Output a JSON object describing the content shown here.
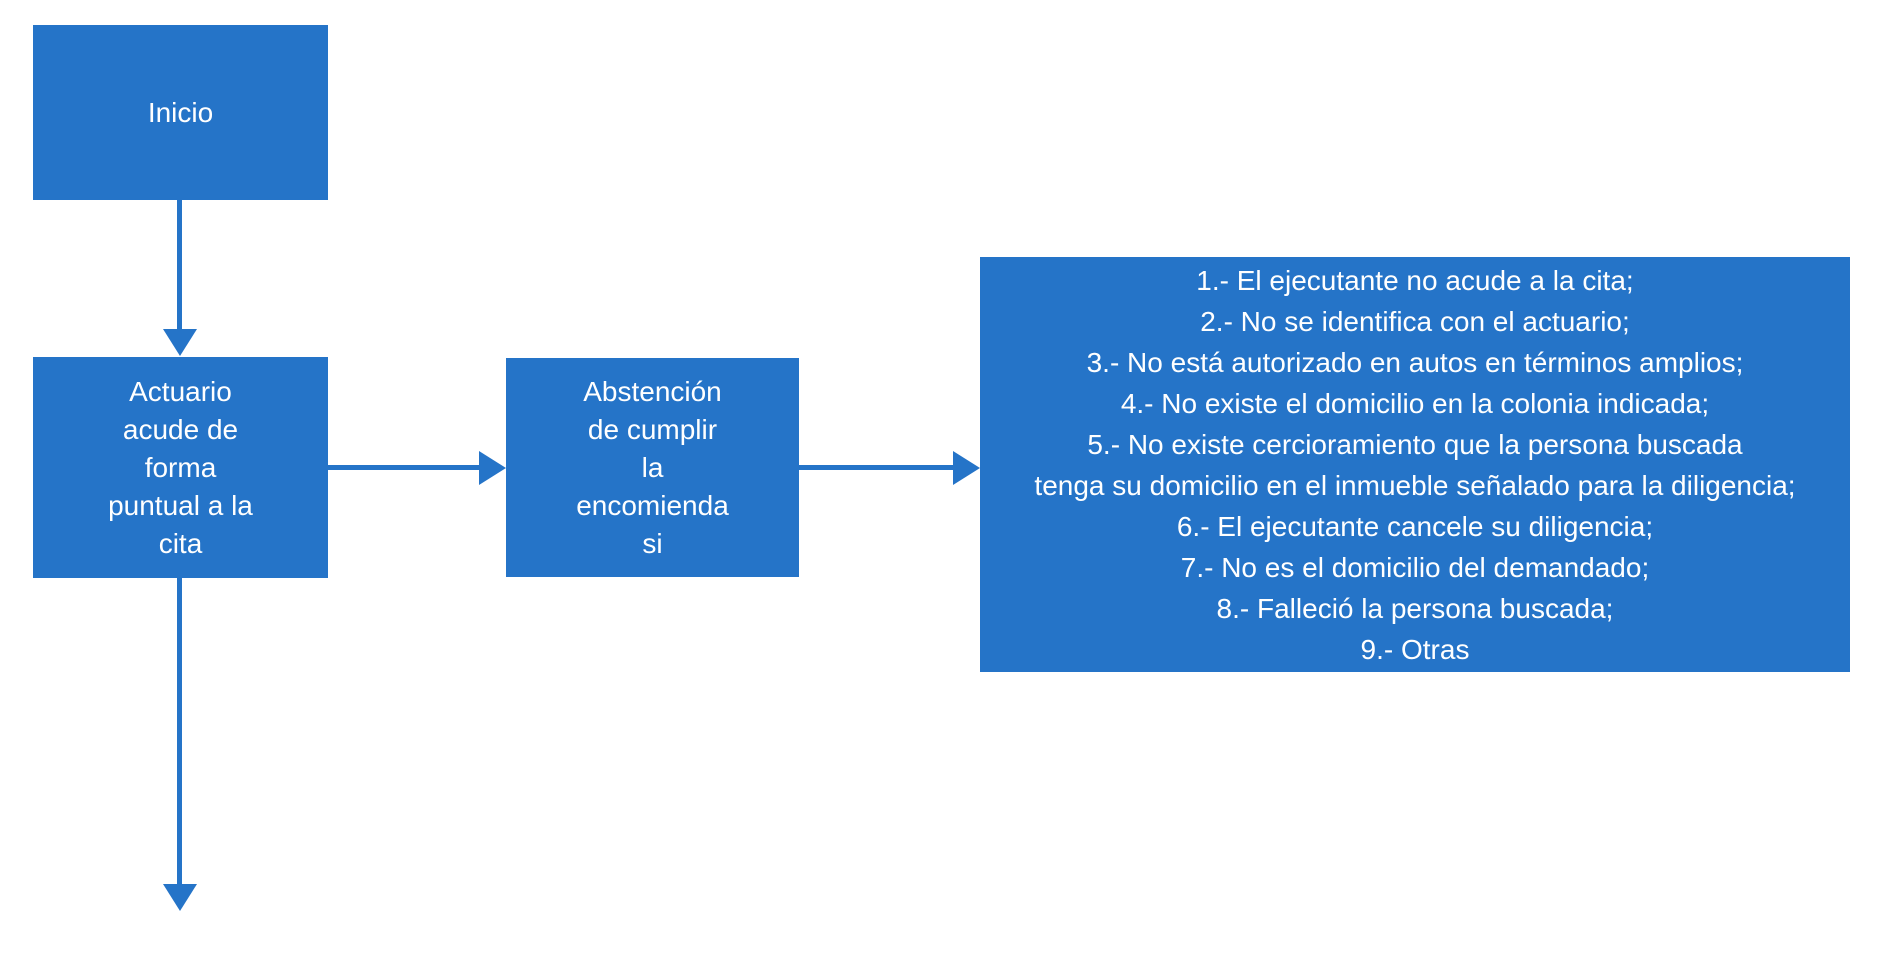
{
  "diagram": {
    "type": "flowchart",
    "colors": {
      "accent": "#2574C8",
      "node_text": "#FFFFFF",
      "background": "#FFFFFF"
    },
    "nodes": {
      "inicio": {
        "label": "Inicio"
      },
      "actuario": {
        "label": [
          "Actuario",
          "acude de",
          "forma",
          "puntual a la",
          "cita"
        ]
      },
      "abstencion": {
        "label": [
          "Abstención",
          "de cumplir",
          "la",
          "encomienda",
          "si"
        ]
      },
      "motivos": {
        "label": [
          "1.- El ejecutante no acude a la cita;",
          "2.- No se identifica con el actuario;",
          "3.- No está autorizado en autos en términos amplios;",
          "4.- No existe el domicilio en la colonia indicada;",
          "5.- No existe cercioramiento que la persona buscada",
          "tenga su domicilio en el inmueble señalado para la diligencia;",
          "6.- El ejecutante cancele su diligencia;",
          "7.- No es el domicilio del demandado;",
          "8.- Falleció la persona buscada;",
          "9.- Otras"
        ]
      }
    },
    "edges": [
      {
        "from": "inicio",
        "to": "actuario",
        "direction": "down"
      },
      {
        "from": "actuario",
        "to": "abstencion",
        "direction": "right"
      },
      {
        "from": "abstencion",
        "to": "motivos",
        "direction": "right"
      },
      {
        "from": "actuario",
        "to": "continuation-below",
        "direction": "down"
      }
    ]
  }
}
